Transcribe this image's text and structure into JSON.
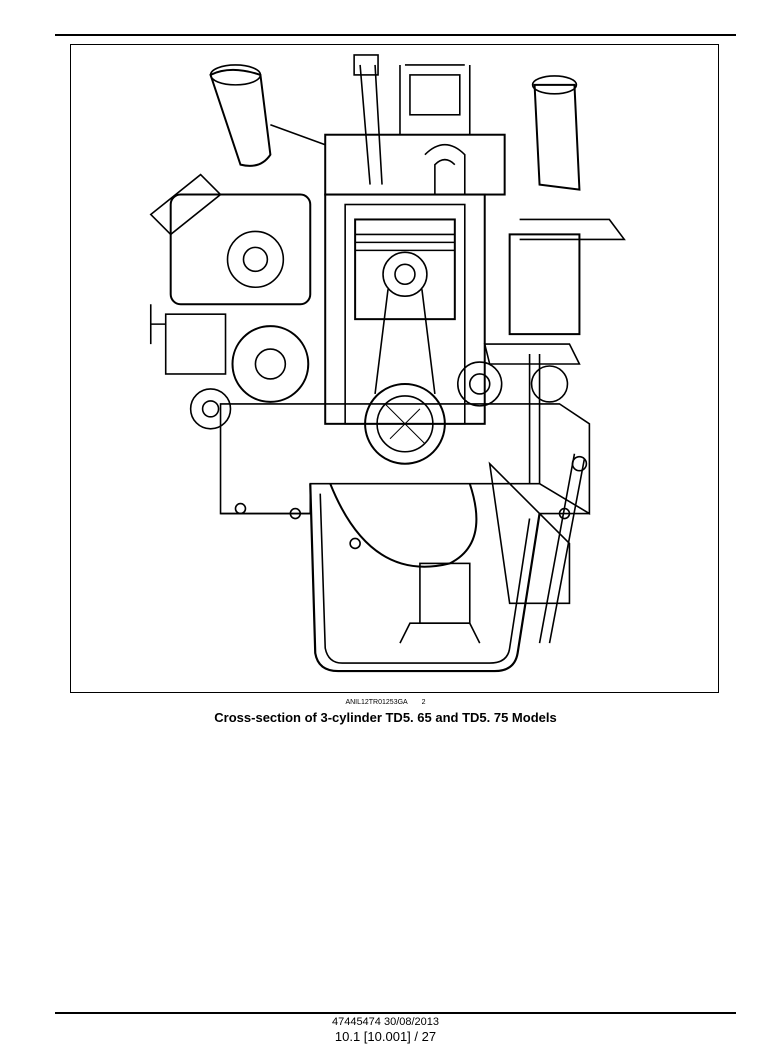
{
  "figure": {
    "reference_code": "ANIL12TR01253GA",
    "figure_number": "2",
    "caption": "Cross-section of 3-cylinder TD5. 65 and TD5. 75 Models"
  },
  "footer": {
    "document_info": "47445474 30/08/2013",
    "page_info": "10.1 [10.001] / 27"
  }
}
